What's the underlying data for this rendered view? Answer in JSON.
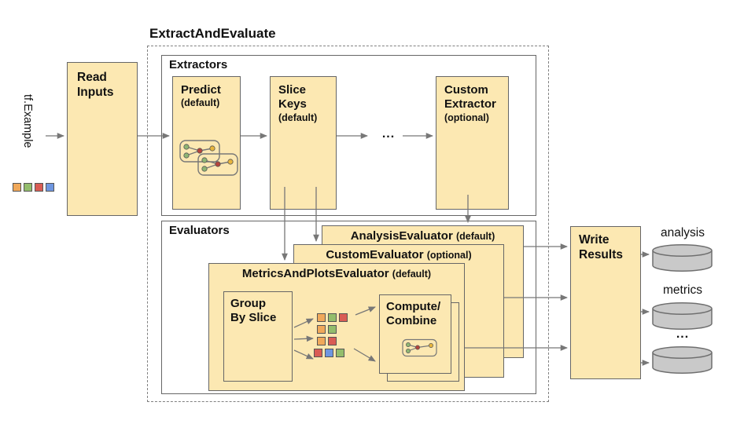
{
  "title": "ExtractAndEvaluate",
  "palette": {
    "box_fill": "#fce8b2",
    "box_border": "#666666",
    "arrow": "#777777",
    "cylinder_fill": "#c9c9c9",
    "cylinder_border": "#6f6f6f",
    "square_border": "#555555",
    "orange": "#f0a85a",
    "green": "#93bd6c",
    "red": "#d95c54",
    "blue": "#6e96e0"
  },
  "input": {
    "label": "tf.Example",
    "squares": [
      "orange",
      "green",
      "red",
      "blue"
    ]
  },
  "read_inputs": {
    "label": "Read\nInputs"
  },
  "extractors": {
    "label": "Extractors",
    "predict": {
      "title": "Predict",
      "sub": "(default)"
    },
    "slice_keys": {
      "title": "Slice\nKeys",
      "sub": "(default)"
    },
    "dots": "...",
    "custom": {
      "title": "Custom\nExtractor",
      "sub": "(optional)"
    }
  },
  "evaluators": {
    "label": "Evaluators",
    "analysis": {
      "title": "AnalysisEvaluator",
      "sub": "(default)"
    },
    "custom": {
      "title": "CustomEvaluator",
      "sub": "(optional)"
    },
    "metrics_and_plots": {
      "title": "MetricsAndPlotsEvaluator",
      "sub": "(default)"
    },
    "group_by_slice": {
      "label": "Group\nBy Slice"
    },
    "slice_grid": [
      [
        "orange",
        "green",
        "red"
      ],
      [
        "orange",
        "green"
      ],
      [
        "orange",
        "red"
      ],
      [
        "red",
        "blue",
        "green"
      ]
    ],
    "compute_combine": {
      "label": "Compute/\nCombine"
    }
  },
  "write_results": {
    "label": "Write\nResults"
  },
  "outputs": [
    {
      "label": "analysis"
    },
    {
      "label": "metrics"
    },
    {
      "label": "..."
    }
  ]
}
